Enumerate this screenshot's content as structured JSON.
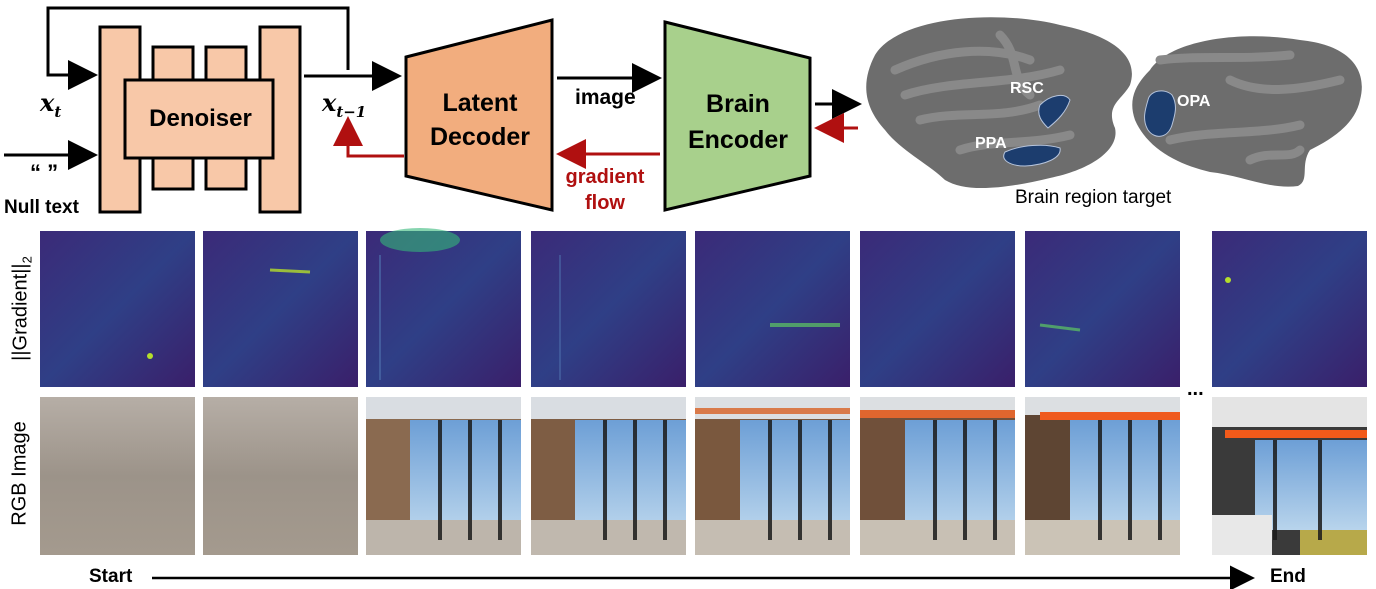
{
  "pipeline": {
    "input_xt": "x",
    "input_xt_sub": "t",
    "output_xt1": "x",
    "output_xt1_sub": "t−1",
    "null_quotes": "“ ”",
    "null_text": "Null text",
    "denoiser": "Denoiser",
    "latent_decoder_1": "Latent",
    "latent_decoder_2": "Decoder",
    "image_label": "image",
    "brain_encoder_1": "Brain",
    "brain_encoder_2": "Encoder",
    "gradient_1": "gradient",
    "gradient_2": "flow"
  },
  "brain": {
    "regions": [
      "RSC",
      "PPA",
      "OPA"
    ],
    "caption": "Brain region target"
  },
  "rows": {
    "gradient_label_main": "||Gradient||",
    "gradient_label_sub": "2",
    "rgb_label": "RGB Image"
  },
  "progress": {
    "start": "Start",
    "end": "End",
    "ellipsis": "..."
  },
  "colors": {
    "unet": "#f8c8a8",
    "decoder": "#f2ad7e",
    "encoder": "#a8d08c",
    "brain": "#6d6d6d",
    "roi": "#1c3d6e",
    "gradient_arrow": "#b01010",
    "heatmap_bg": "#3b1f6e"
  }
}
